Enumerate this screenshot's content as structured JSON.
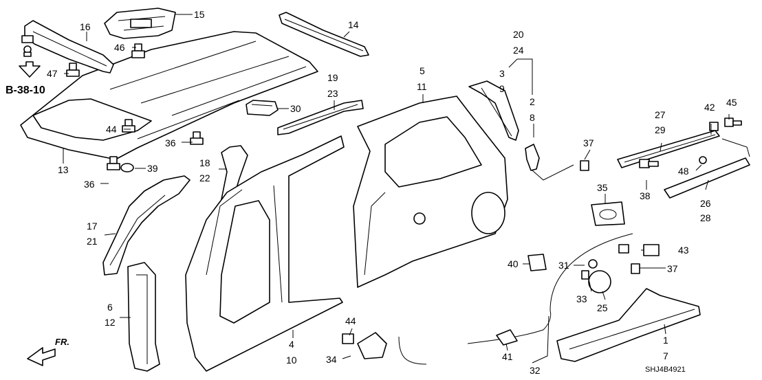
{
  "diagram": {
    "ref_label": "B-38-10",
    "front_label": "FR.",
    "drawing_code": "SHJ4B4921",
    "callouts": [
      {
        "id": "c16",
        "text": "16"
      },
      {
        "id": "c15",
        "text": "15"
      },
      {
        "id": "c14",
        "text": "14"
      },
      {
        "id": "c46",
        "text": "46"
      },
      {
        "id": "c47",
        "text": "47"
      },
      {
        "id": "c13",
        "text": "13"
      },
      {
        "id": "c36a",
        "text": "36"
      },
      {
        "id": "c36b",
        "text": "36"
      },
      {
        "id": "c39",
        "text": "39"
      },
      {
        "id": "c44a",
        "text": "44"
      },
      {
        "id": "c30",
        "text": "30"
      },
      {
        "id": "c19",
        "text": "19"
      },
      {
        "id": "c23",
        "text": "23"
      },
      {
        "id": "c5",
        "text": "5"
      },
      {
        "id": "c11",
        "text": "11"
      },
      {
        "id": "c20",
        "text": "20"
      },
      {
        "id": "c24",
        "text": "24"
      },
      {
        "id": "c3",
        "text": "3"
      },
      {
        "id": "c9",
        "text": "9"
      },
      {
        "id": "c2",
        "text": "2"
      },
      {
        "id": "c8",
        "text": "8"
      },
      {
        "id": "c37a",
        "text": "37"
      },
      {
        "id": "c27",
        "text": "27"
      },
      {
        "id": "c29",
        "text": "29"
      },
      {
        "id": "c42",
        "text": "42"
      },
      {
        "id": "c45",
        "text": "45"
      },
      {
        "id": "c48",
        "text": "48"
      },
      {
        "id": "c35",
        "text": "35"
      },
      {
        "id": "c38",
        "text": "38"
      },
      {
        "id": "c26",
        "text": "26"
      },
      {
        "id": "c28",
        "text": "28"
      },
      {
        "id": "c18",
        "text": "18"
      },
      {
        "id": "c22",
        "text": "22"
      },
      {
        "id": "c17",
        "text": "17"
      },
      {
        "id": "c21",
        "text": "21"
      },
      {
        "id": "c6",
        "text": "6"
      },
      {
        "id": "c12",
        "text": "12"
      },
      {
        "id": "c4",
        "text": "4"
      },
      {
        "id": "c10",
        "text": "10"
      },
      {
        "id": "c44b",
        "text": "44"
      },
      {
        "id": "c34",
        "text": "34"
      },
      {
        "id": "c40",
        "text": "40"
      },
      {
        "id": "c31",
        "text": "31"
      },
      {
        "id": "c33",
        "text": "33"
      },
      {
        "id": "c43",
        "text": "43"
      },
      {
        "id": "c37b",
        "text": "37"
      },
      {
        "id": "c25",
        "text": "25"
      },
      {
        "id": "c41",
        "text": "41"
      },
      {
        "id": "c32",
        "text": "32"
      },
      {
        "id": "c1",
        "text": "1"
      },
      {
        "id": "c7",
        "text": "7"
      }
    ]
  }
}
